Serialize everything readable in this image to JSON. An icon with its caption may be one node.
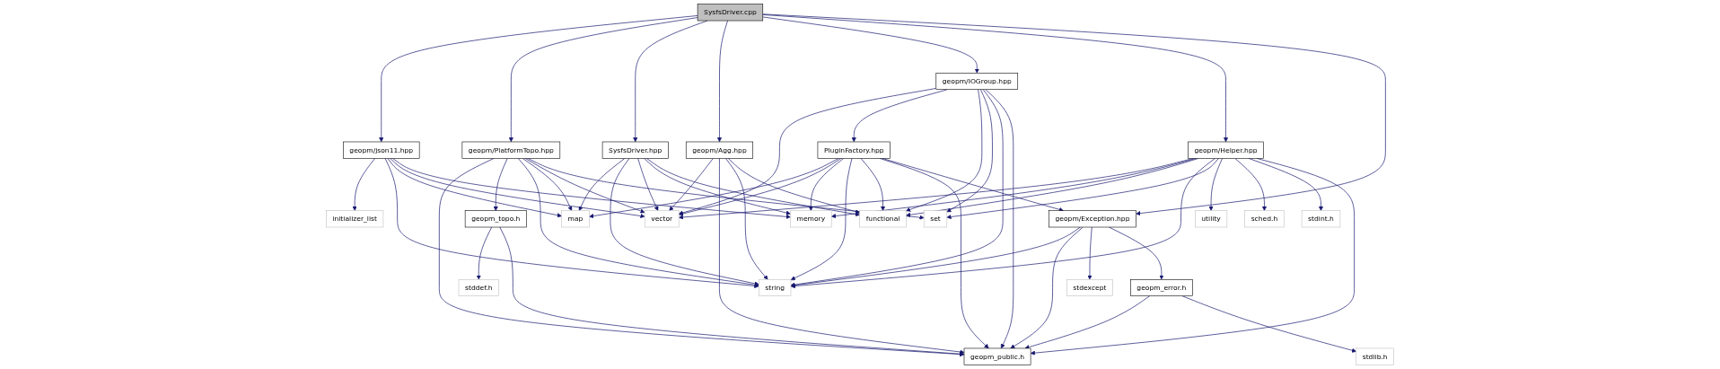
{
  "diagram": {
    "nodes": [
      {
        "text": [
          "SysfsDriver.cpp"
        ]
      },
      {
        "text": [
          "geopm/json11.hpp"
        ]
      },
      {
        "text": [
          "geopm/PlatformTopo.hpp"
        ]
      },
      {
        "text": [
          "SysfsDriver.hpp"
        ]
      },
      {
        "text": [
          "geopm/Agg.hpp"
        ]
      },
      {
        "text": [
          "geopm/IOGroup.hpp"
        ]
      },
      {
        "text": [
          "PluginFactory.hpp"
        ]
      },
      {
        "text": [
          "geopm/Helper.hpp"
        ]
      },
      {
        "text": [
          "initializer_list"
        ]
      },
      {
        "text": [
          "geopm_topo.h"
        ]
      },
      {
        "text": [
          "map"
        ]
      },
      {
        "text": [
          "vector"
        ]
      },
      {
        "text": [
          "memory"
        ]
      },
      {
        "text": [
          "functional"
        ]
      },
      {
        "text": [
          "set"
        ]
      },
      {
        "text": [
          "utility"
        ]
      },
      {
        "text": [
          "sched.h"
        ]
      },
      {
        "text": [
          "stdint.h"
        ]
      },
      {
        "text": [
          "geopm/Exception.hpp"
        ]
      },
      {
        "text": [
          "stddef.h"
        ]
      },
      {
        "text": [
          "string"
        ]
      },
      {
        "text": [
          "stdexcept"
        ]
      },
      {
        "text": [
          "geopm_error.h"
        ]
      },
      {
        "text": [
          "geopm_public.h"
        ]
      },
      {
        "text": [
          "stdlib.h"
        ]
      }
    ],
    "edges": [
      {
        "from": 0,
        "to": 1,
        "arrow": "to"
      },
      {
        "from": 0,
        "to": 2,
        "arrow": "to"
      },
      {
        "from": 0,
        "to": 3,
        "arrow": "to"
      },
      {
        "from": 0,
        "to": 4,
        "arrow": "to"
      },
      {
        "from": 0,
        "to": 5,
        "arrow": "to"
      },
      {
        "from": 0,
        "to": 7,
        "arrow": "to"
      },
      {
        "from": 0,
        "to": 18,
        "arrow": "to"
      },
      {
        "from": 1,
        "to": 8,
        "arrow": "to"
      },
      {
        "from": 1,
        "to": 20,
        "arrow": "to"
      },
      {
        "from": 1,
        "to": 10,
        "arrow": "to"
      },
      {
        "from": 1,
        "to": 11,
        "arrow": "to"
      },
      {
        "from": 1,
        "to": 12,
        "arrow": "to"
      },
      {
        "from": 2,
        "to": 23,
        "arrow": "to"
      },
      {
        "from": 2,
        "to": 9,
        "arrow": "to"
      },
      {
        "from": 2,
        "to": 20,
        "arrow": "to"
      },
      {
        "from": 2,
        "to": 10,
        "arrow": "to"
      },
      {
        "from": 2,
        "to": 11,
        "arrow": "to"
      },
      {
        "from": 2,
        "to": 14,
        "arrow": "to"
      },
      {
        "from": 3,
        "to": 10,
        "arrow": "to"
      },
      {
        "from": 3,
        "to": 20,
        "arrow": "to"
      },
      {
        "from": 3,
        "to": 11,
        "arrow": "to"
      },
      {
        "from": 3,
        "to": 12,
        "arrow": "to"
      },
      {
        "from": 3,
        "to": 13,
        "arrow": "to"
      },
      {
        "from": 4,
        "to": 11,
        "arrow": "to"
      },
      {
        "from": 4,
        "to": 23,
        "arrow": "to"
      },
      {
        "from": 4,
        "to": 20,
        "arrow": "to"
      },
      {
        "from": 4,
        "to": 13,
        "arrow": "to"
      },
      {
        "from": 5,
        "to": 11,
        "arrow": "to"
      },
      {
        "from": 5,
        "to": 6,
        "arrow": "to"
      },
      {
        "from": 5,
        "to": 13,
        "arrow": "to"
      },
      {
        "from": 5,
        "to": 14,
        "arrow": "to"
      },
      {
        "from": 5,
        "to": 20,
        "arrow": "to"
      },
      {
        "from": 5,
        "to": 23,
        "arrow": "to"
      },
      {
        "from": 6,
        "to": 10,
        "arrow": "to"
      },
      {
        "from": 6,
        "to": 11,
        "arrow": "to"
      },
      {
        "from": 6,
        "to": 12,
        "arrow": "to"
      },
      {
        "from": 6,
        "to": 20,
        "arrow": "to"
      },
      {
        "from": 6,
        "to": 13,
        "arrow": "to"
      },
      {
        "from": 6,
        "to": 23,
        "arrow": "to"
      },
      {
        "from": 6,
        "to": 18,
        "arrow": "to"
      },
      {
        "from": 7,
        "to": 11,
        "arrow": "to"
      },
      {
        "from": 7,
        "to": 12,
        "arrow": "to"
      },
      {
        "from": 7,
        "to": 13,
        "arrow": "to"
      },
      {
        "from": 7,
        "to": 20,
        "arrow": "to"
      },
      {
        "from": 7,
        "to": 14,
        "arrow": "to"
      },
      {
        "from": 7,
        "to": 15,
        "arrow": "to"
      },
      {
        "from": 7,
        "to": 16,
        "arrow": "to"
      },
      {
        "from": 7,
        "to": 17,
        "arrow": "to"
      },
      {
        "from": 7,
        "to": 23,
        "arrow": "to"
      },
      {
        "from": 9,
        "to": 19,
        "arrow": "to"
      },
      {
        "from": 9,
        "to": 23,
        "arrow": "to"
      },
      {
        "from": 18,
        "to": 20,
        "arrow": "to"
      },
      {
        "from": 18,
        "to": 23,
        "arrow": "to"
      },
      {
        "from": 18,
        "to": 21,
        "arrow": "to"
      },
      {
        "from": 18,
        "to": 22,
        "arrow": "to"
      },
      {
        "from": 22,
        "to": 23,
        "arrow": "to"
      },
      {
        "from": 22,
        "to": 24,
        "arrow": "to"
      }
    ]
  }
}
